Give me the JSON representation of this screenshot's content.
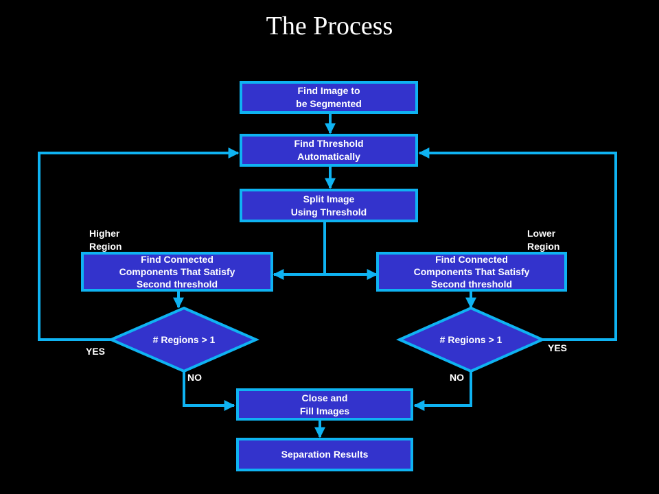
{
  "title": "The Process",
  "colors": {
    "background": "#000000",
    "box_fill": "#3333cc",
    "box_border": "#0fb3f2",
    "connector": "#0fb3f2",
    "text": "#ffffff"
  },
  "nodes": {
    "find_image": {
      "line1": "Find Image to",
      "line2": "be Segmented"
    },
    "find_threshold": {
      "line1": "Find Threshold",
      "line2": "Automatically"
    },
    "split_image": {
      "line1": "Split Image",
      "line2": "Using Threshold"
    },
    "find_connected_left": {
      "line1": "Find Connected",
      "line2": "Components That Satisfy",
      "line3": "Second threshold"
    },
    "find_connected_right": {
      "line1": "Find Connected",
      "line2": "Components That Satisfy",
      "line3": "Second threshold"
    },
    "decision_left": {
      "label": "# Regions > 1"
    },
    "decision_right": {
      "label": "# Regions > 1"
    },
    "close_fill": {
      "line1": "Close and",
      "line2": "Fill Images"
    },
    "separation_results": {
      "label": "Separation Results"
    }
  },
  "labels": {
    "higher_region": {
      "line1": "Higher",
      "line2": "Region"
    },
    "lower_region": {
      "line1": "Lower",
      "line2": "Region"
    },
    "yes_left": "YES",
    "yes_right": "YES",
    "no_left": "NO",
    "no_right": "NO"
  }
}
